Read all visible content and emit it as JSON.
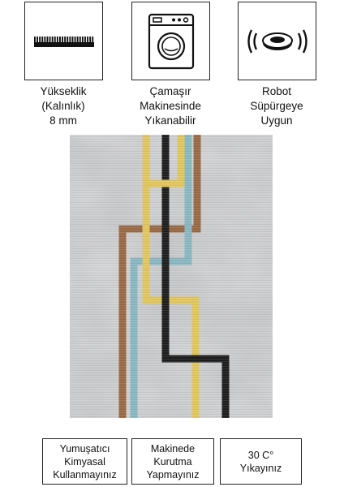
{
  "features": [
    {
      "icon": "carpet-pile-icon",
      "lines": [
        "Yükseklik",
        "(Kalınlık)",
        "8 mm"
      ]
    },
    {
      "icon": "washing-machine-icon",
      "lines": [
        "Çamaşır",
        "Makinesinde",
        "Yıkanabilir"
      ]
    },
    {
      "icon": "robot-vacuum-icon",
      "lines": [
        "Robot",
        "Süpürgeye",
        "Uygun"
      ]
    }
  ],
  "care": [
    {
      "lines": [
        "Yumuşatıcı",
        "Kimyasal",
        "Kullanmayınız"
      ]
    },
    {
      "lines": [
        "Makinede",
        "Kurutma",
        "Yapmayınız"
      ]
    },
    {
      "lines": [
        "30 C°",
        "Yıkayınız"
      ]
    }
  ],
  "colors": {
    "rug_background": "#c4c5c7",
    "stripe_yellow": "#e2c75e",
    "stripe_black": "#1e1e1e",
    "stripe_blue": "#8ab8c2",
    "stripe_brown": "#9a6a46"
  }
}
